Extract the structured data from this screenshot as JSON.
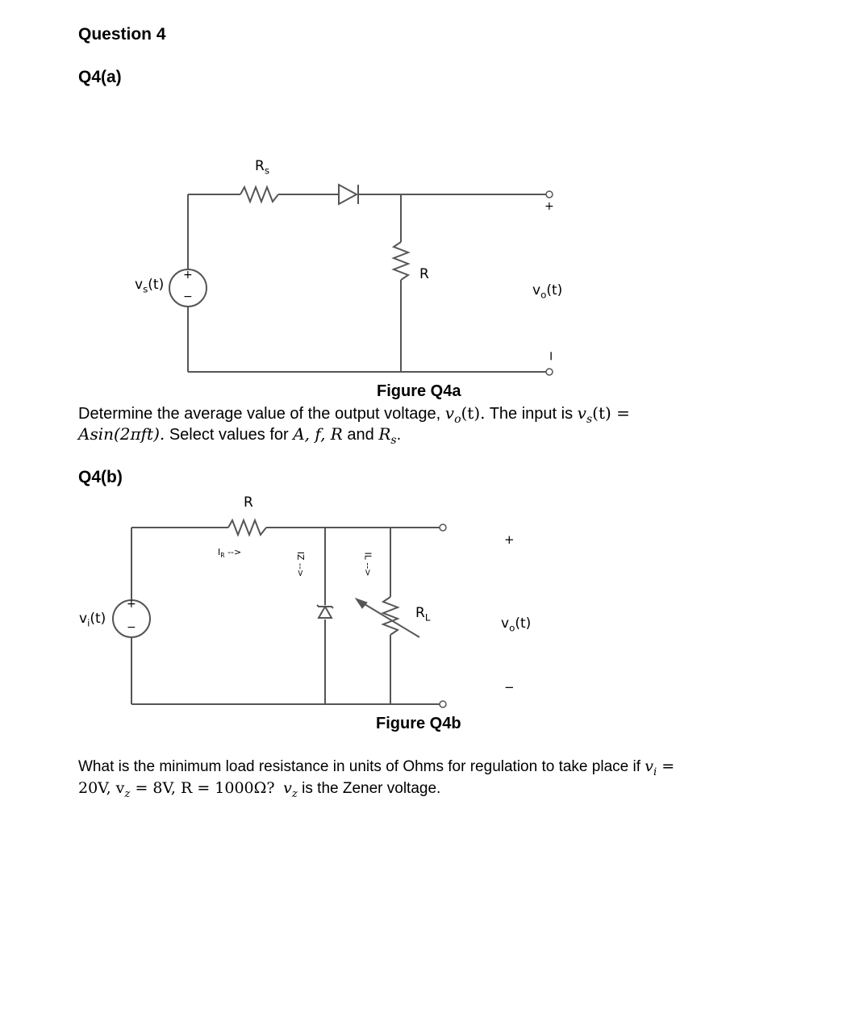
{
  "question_title": "Question 4",
  "part_a": {
    "heading": "Q4(a)",
    "figure": {
      "caption": "Figure Q4a",
      "rs_label": "R",
      "rs_sub": "s",
      "r_label": "R",
      "vs_label": "v",
      "vs_sub": "s",
      "vs_suffix": "(t)",
      "vo_label": "v",
      "vo_sub": "o",
      "vo_suffix": "(t)",
      "plus": "+",
      "minus": "−"
    },
    "line1_text": "Determine the average value of the output voltage, ",
    "line1_math1": "v",
    "line1_math1_sub": "o",
    "line1_math1_tail": "(t).",
    "line1_text2": "  The input is ",
    "line1_math2": "v",
    "line1_math2_sub": "s",
    "line1_math2_tail": "(t) =",
    "line2_math": "Asin(2πft).",
    "line2_text": "  Select values for ",
    "line2_vars": "A, f, R",
    "line2_and": " and ",
    "line2_rs": "R",
    "line2_rs_sub": "s",
    "line2_end": "."
  },
  "part_b": {
    "heading": "Q4(b)",
    "figure": {
      "caption": "Figure Q4b",
      "r_label": "R",
      "ir_label": "I",
      "ir_sub": "R",
      "ir_arrow": " -->",
      "iz_label": "IZ -->",
      "il_label": "IL -->",
      "rl_label": "R",
      "rl_sub": "L",
      "vi_label": "v",
      "vi_sub": "i",
      "vi_suffix": "(t)",
      "vo_label": "v",
      "vo_sub": "o",
      "vo_suffix": "(t)",
      "plus": "+",
      "minus": "−"
    },
    "line1_text": "What is the minimum load resistance in units of Ohms for regulation to take place if ",
    "line1_math": "v",
    "line1_math_sub": "i",
    "line1_math_tail": " =",
    "line2_math": "20V, v",
    "line2_math_sub": "z",
    "line2_math_tail": " = 8V, R = 1000Ω?",
    "line2_math2": "v",
    "line2_math2_sub": "z",
    "line2_text": " is the Zener voltage."
  }
}
